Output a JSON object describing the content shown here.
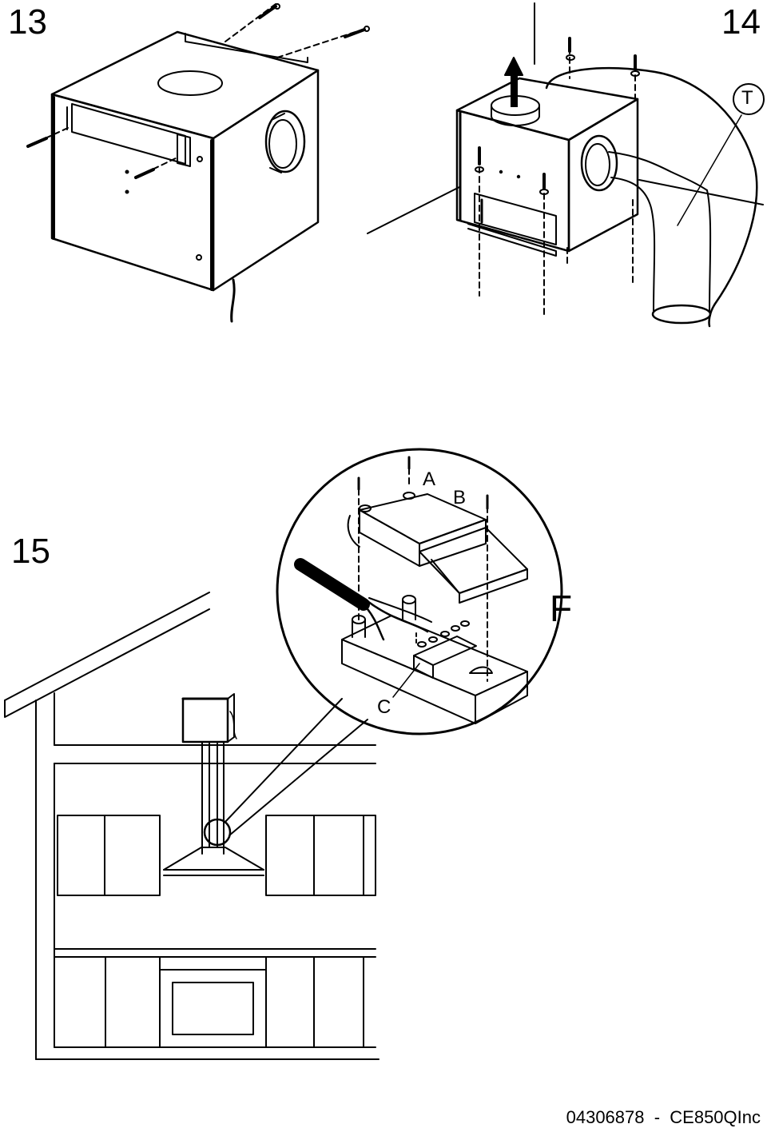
{
  "steps": {
    "s13": "13",
    "s14": "14",
    "s15": "15"
  },
  "labels": {
    "A": "A",
    "B": "B",
    "C": "C",
    "F": "F",
    "T": "T"
  },
  "footer": "04306878  -  CE850QInc"
}
